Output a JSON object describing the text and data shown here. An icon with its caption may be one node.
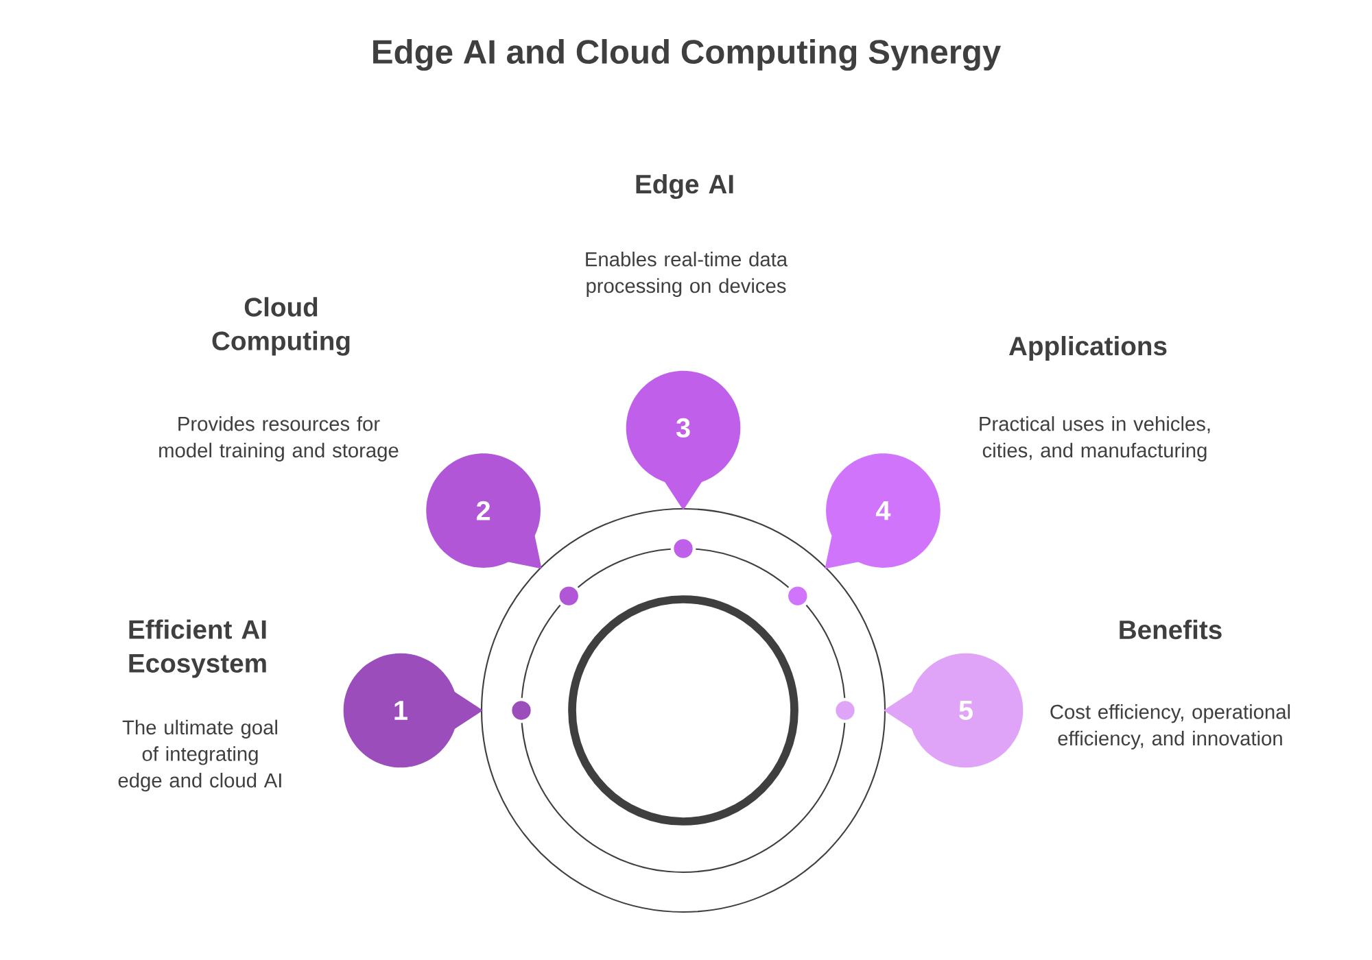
{
  "diagram": {
    "title": "Edge AI and Cloud Computing Synergy",
    "nodes": [
      {
        "text": [
          "1"
        ],
        "beside": [
          "Efficient AI Ecosystem",
          "The ultimate goal of integrating edge and cloud AI"
        ]
      },
      {
        "text": [
          "2"
        ],
        "beside": [
          "Cloud Computing",
          "Provides resources for model training and storage"
        ]
      },
      {
        "text": [
          "3"
        ],
        "beside": [
          "Edge AI",
          "Enables real-time data processing on devices"
        ]
      },
      {
        "text": [
          "4"
        ],
        "beside": [
          "Applications",
          "Practical uses in vehicles, cities, and manufacturing"
        ]
      },
      {
        "text": [
          "5"
        ],
        "beside": [
          "Benefits",
          "Cost efficiency, operational efficiency, and innovation"
        ]
      }
    ]
  }
}
